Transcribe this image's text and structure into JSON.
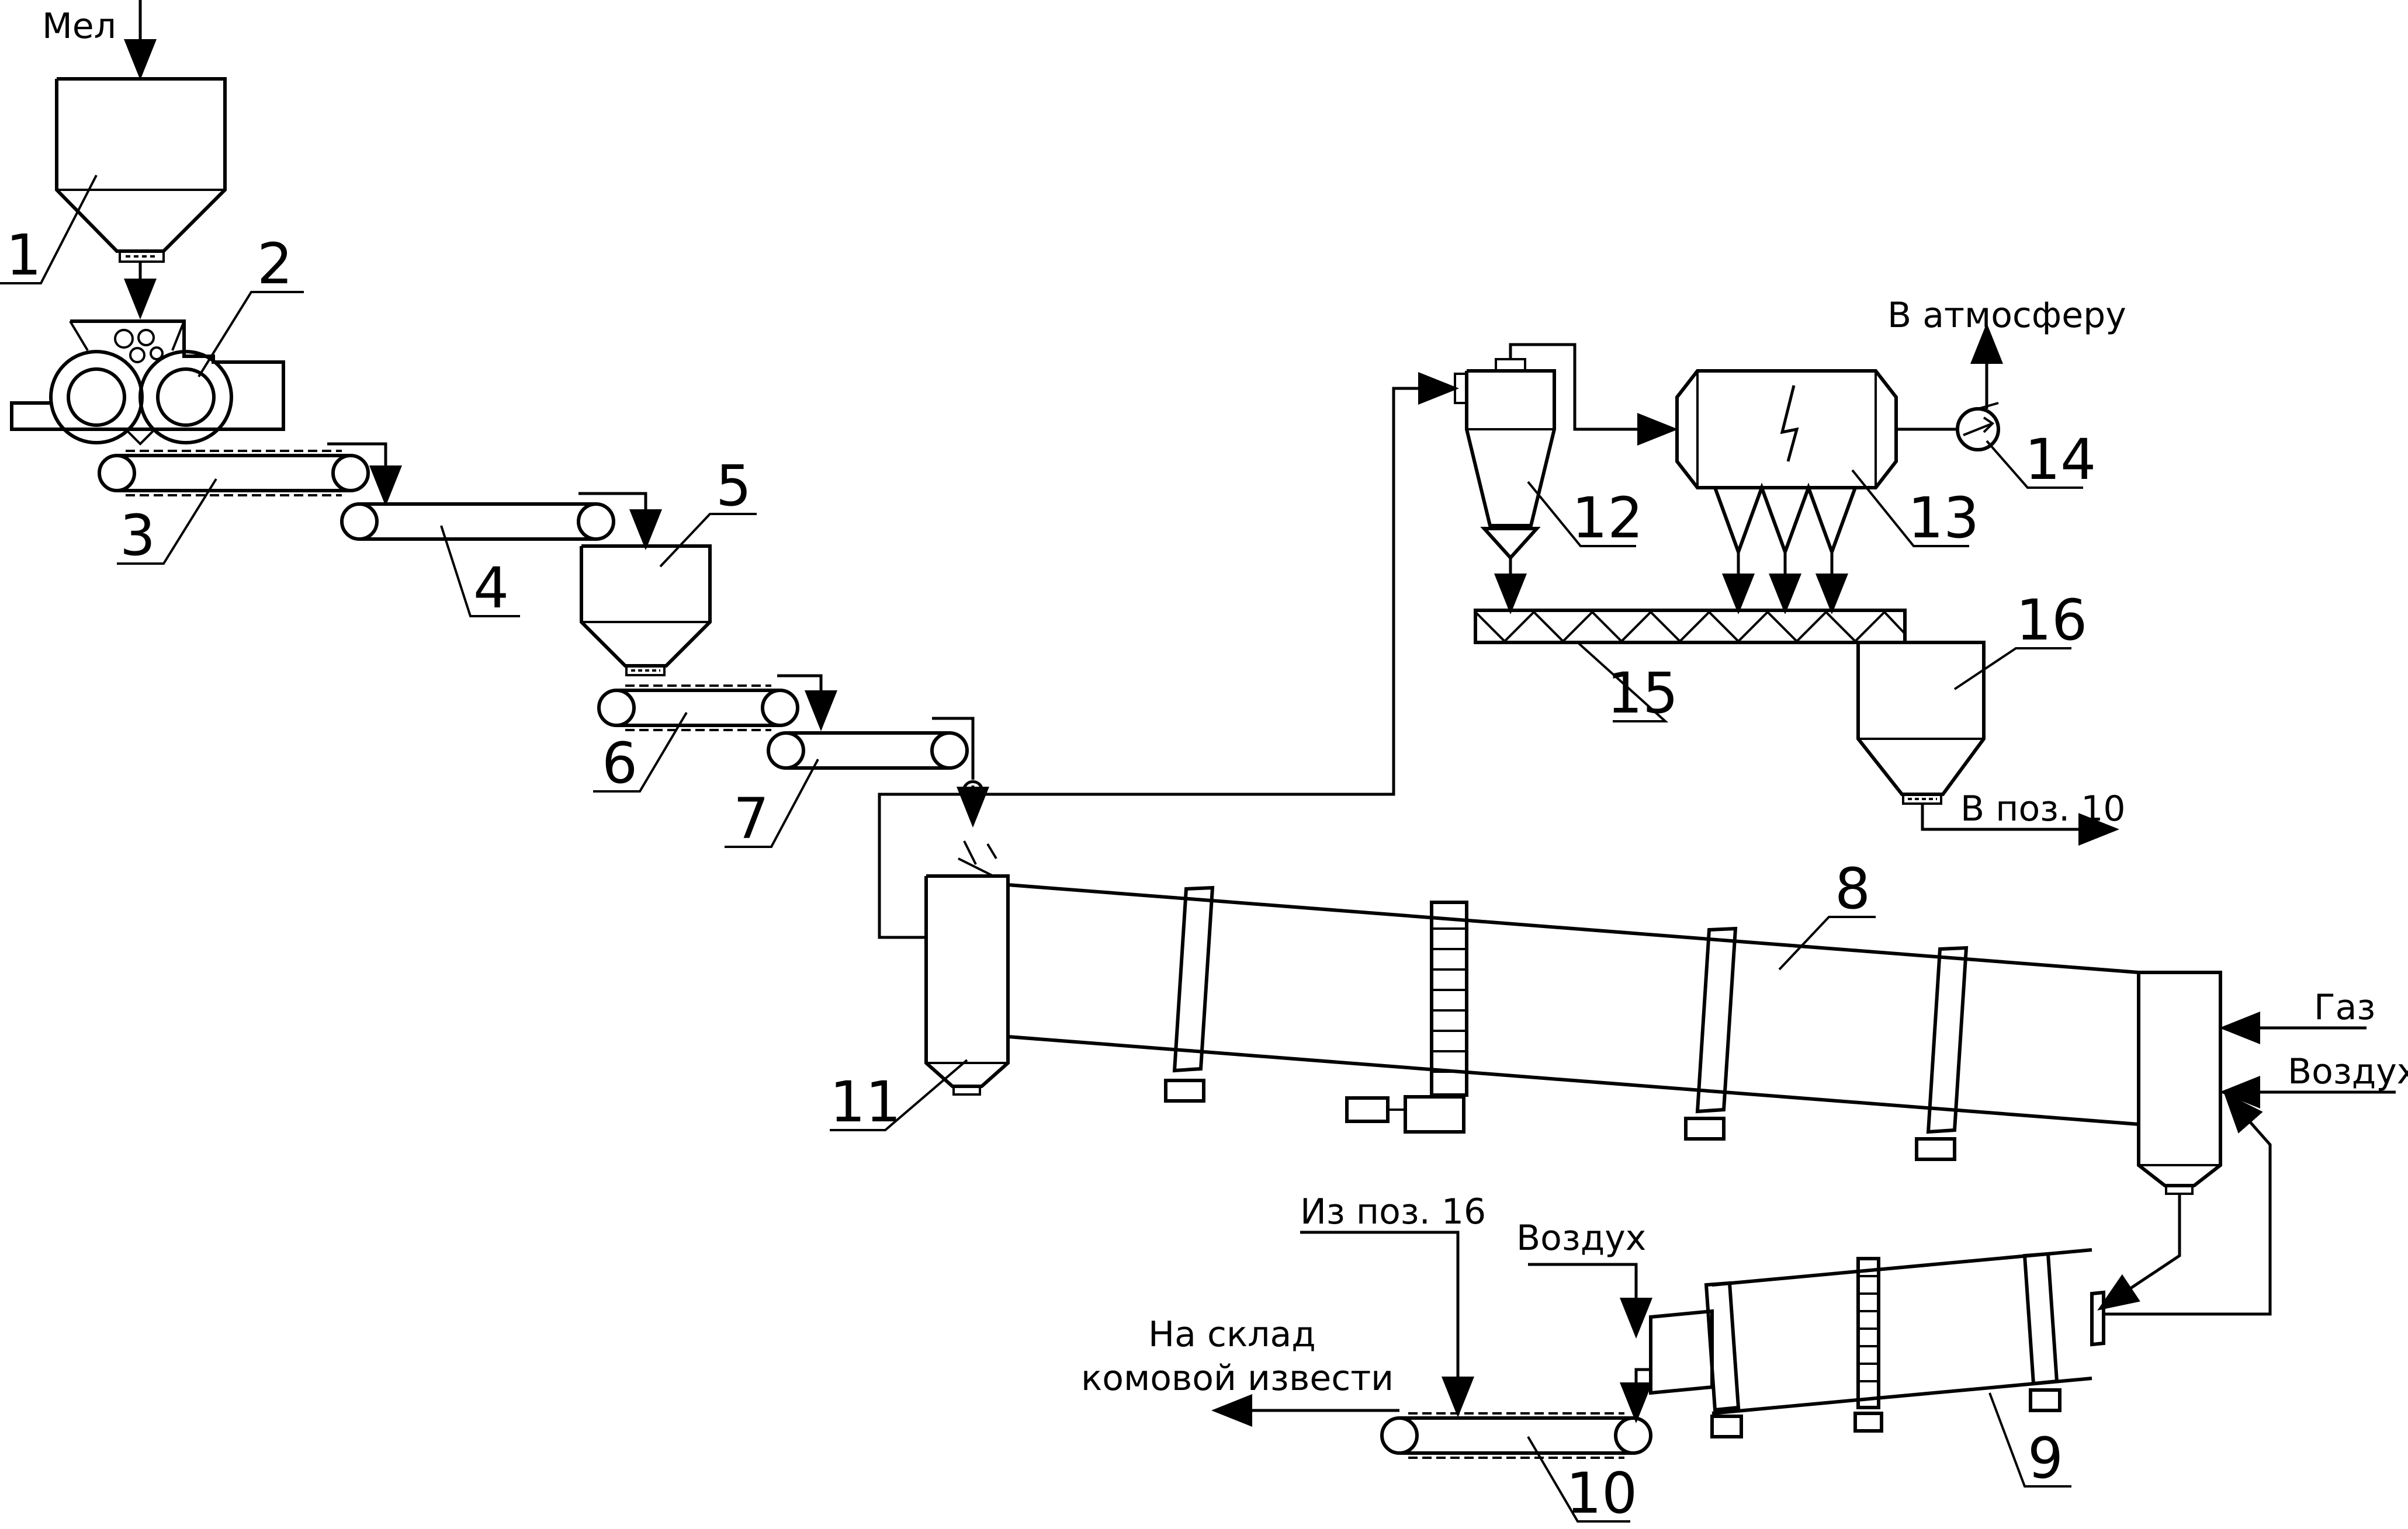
{
  "labels": {
    "chalk": "Мел",
    "to_atmosphere": "В атмосферу",
    "to_pos_10": "В поз. 10",
    "gas": "Газ",
    "air_kiln": "Воздух",
    "from_pos_16": "Из поз. 16",
    "air_cooler": "Воздух",
    "to_warehouse_line1": "На склад",
    "to_warehouse_line2": "комовой извести"
  },
  "positions": [
    "1",
    "2",
    "3",
    "4",
    "5",
    "6",
    "7",
    "8",
    "9",
    "10",
    "11",
    "12",
    "13",
    "14",
    "15",
    "16"
  ]
}
